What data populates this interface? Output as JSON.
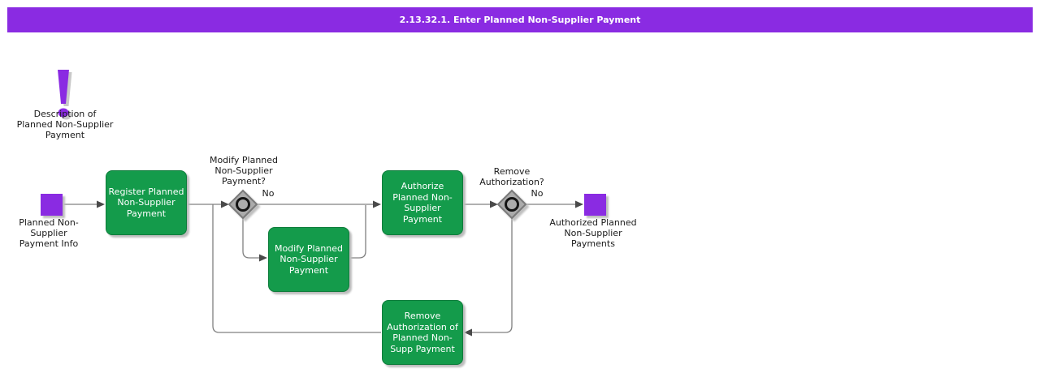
{
  "title": "2.13.32.1. Enter Planned Non-Supplier Payment",
  "colors": {
    "accent_purple": "#8a2be2",
    "task_green": "#149b4b",
    "connector_gray": "#808080"
  },
  "note": {
    "icon": "exclamation-icon",
    "label": "Description of\nPlanned Non-Supplier\nPayment"
  },
  "nodes": {
    "start": {
      "label": "Planned Non-\nSupplier\nPayment Info"
    },
    "register": {
      "label": "Register Planned\nNon-Supplier\nPayment"
    },
    "decision_modify": {
      "label": "Modify Planned\nNon-Supplier\nPayment?",
      "no_label": "No"
    },
    "modify": {
      "label": "Modify Planned\nNon-Supplier\nPayment"
    },
    "authorize": {
      "label": "Authorize\nPlanned Non-\nSupplier\nPayment"
    },
    "decision_remove": {
      "label": "Remove\nAuthorization?",
      "no_label": "No"
    },
    "remove_auth": {
      "label": "Remove\nAuthorization of\nPlanned Non-\nSupp Payment"
    },
    "end": {
      "label": "Authorized Planned\nNon-Supplier\nPayments"
    }
  }
}
